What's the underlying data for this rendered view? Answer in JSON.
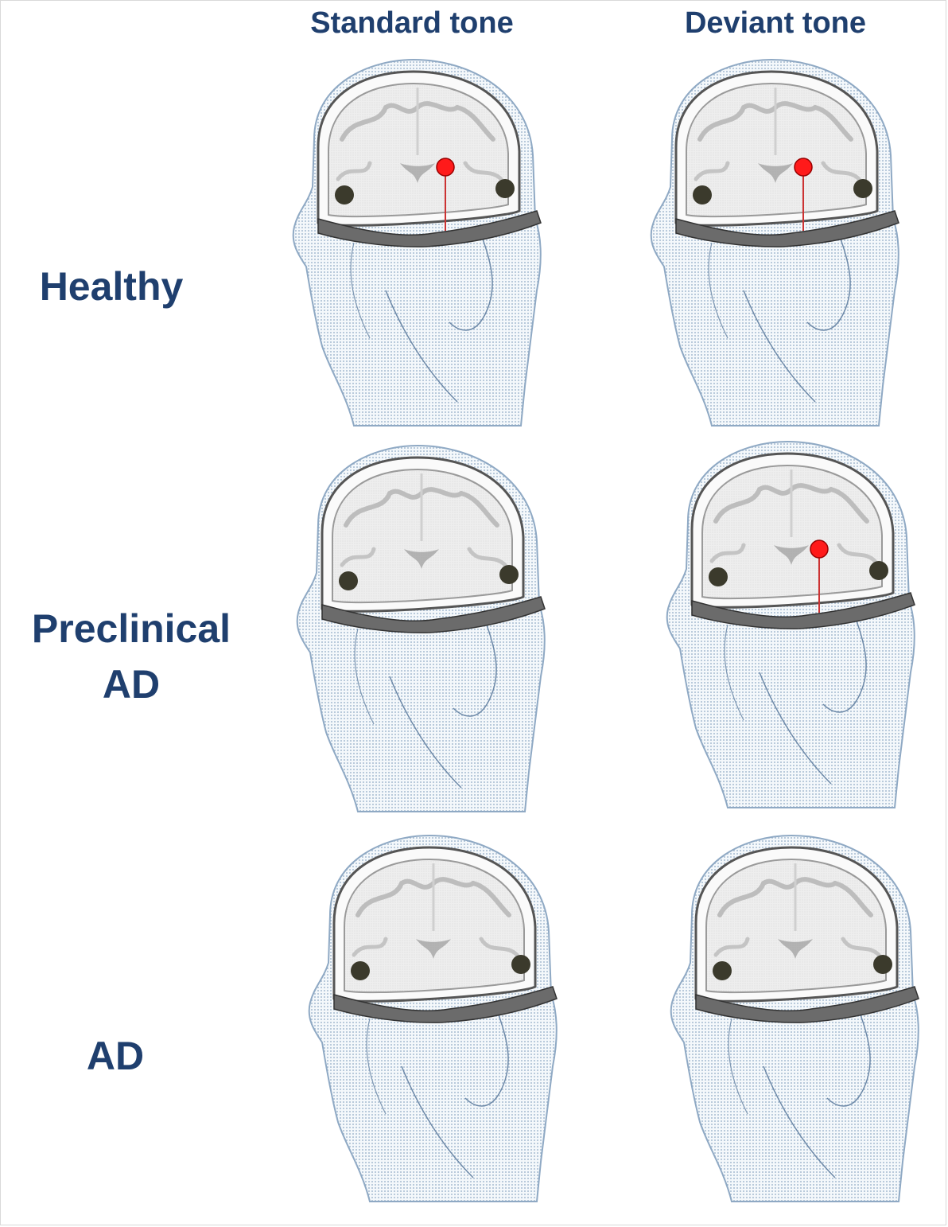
{
  "columns": {
    "standard": "Standard tone",
    "deviant": "Deviant tone"
  },
  "rows": [
    {
      "label_lines": [
        "Healthy"
      ],
      "standard_source": true,
      "deviant_source": true
    },
    {
      "label_lines": [
        "Preclinical",
        "AD"
      ],
      "standard_source": false,
      "deviant_source": true
    },
    {
      "label_lines": [
        "AD"
      ],
      "standard_source": false,
      "deviant_source": false
    }
  ],
  "colors": {
    "label_text": "#1f3f6e",
    "mesh": "#8fa9c4",
    "brain": "#e6e6e6",
    "electrode": "#3b3a2c",
    "source": "#ff1a1a"
  }
}
